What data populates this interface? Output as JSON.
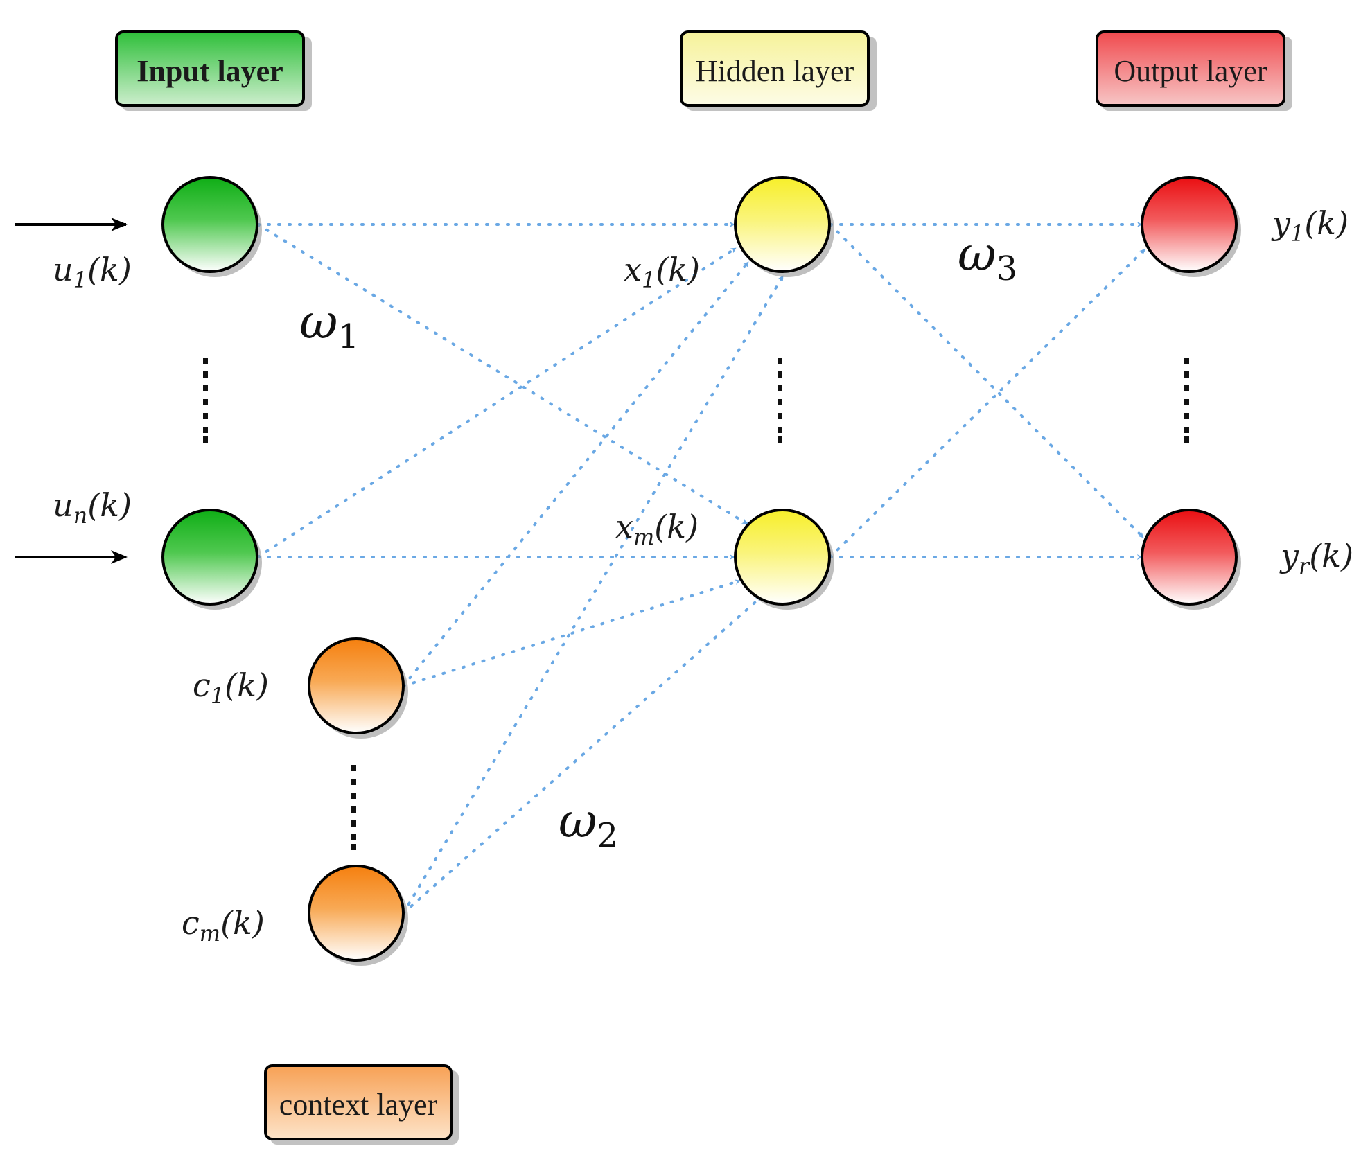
{
  "layers": {
    "input": {
      "label": "Input layer"
    },
    "hidden": {
      "label": "Hidden layer"
    },
    "output": {
      "label": "Output layer"
    },
    "context": {
      "label": "context layer"
    }
  },
  "nodes": {
    "u1": {
      "base": "u",
      "sub": "1",
      "tail": "(k)"
    },
    "un": {
      "base": "u",
      "sub": "n",
      "tail": "(k)"
    },
    "x1": {
      "base": "x",
      "sub": "1",
      "tail": "(k)"
    },
    "xm": {
      "base": "x",
      "sub": "m",
      "tail": "(k)"
    },
    "y1": {
      "base": "y",
      "sub": "1",
      "tail": "(k)"
    },
    "yr": {
      "base": "y",
      "sub": "r",
      "tail": "(k)"
    },
    "c1": {
      "base": "c",
      "sub": "1",
      "tail": "(k)"
    },
    "cm": {
      "base": "c",
      "sub": "m",
      "tail": "(k)"
    }
  },
  "weights": {
    "w1": {
      "base": "ω",
      "sub": "1"
    },
    "w2": {
      "base": "ω",
      "sub": "2"
    },
    "w3": {
      "base": "ω",
      "sub": "3"
    }
  },
  "colors": {
    "input": "#19b51f",
    "hidden": "#f5f03a",
    "output": "#ee1b1b",
    "context": "#f7891b",
    "connection": "#6aa8e4"
  }
}
